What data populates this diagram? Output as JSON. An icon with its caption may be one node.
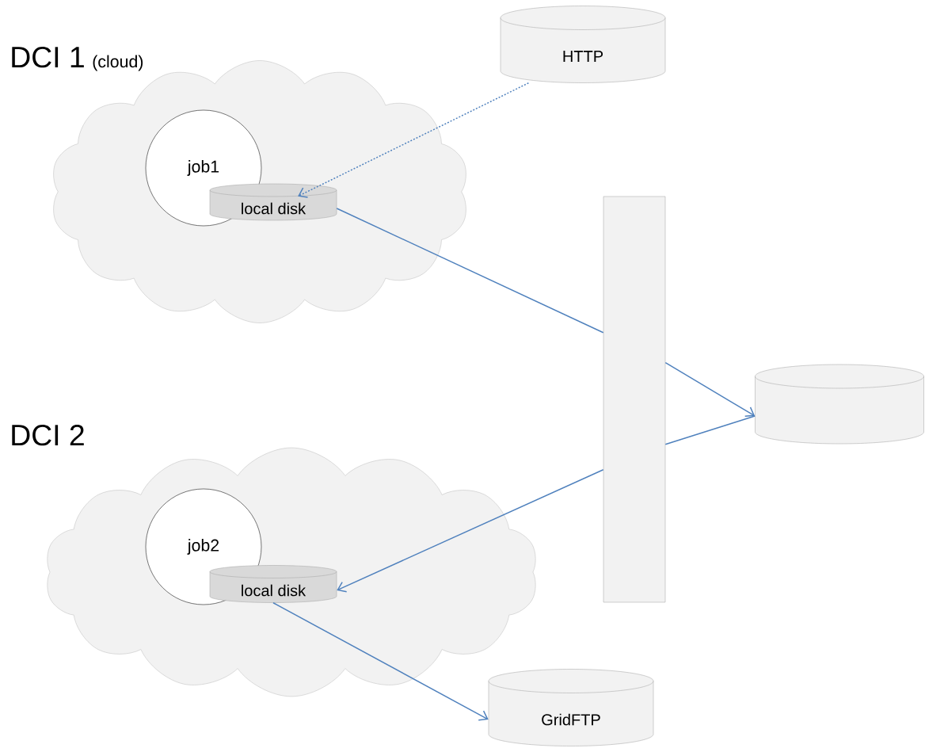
{
  "diagram": {
    "nodes": [
      {
        "text": [
          "DCI 1",
          "(cloud)"
        ]
      },
      {
        "text": [
          "job1"
        ],
        "in": 0
      },
      {
        "text": [
          "local disk"
        ],
        "in": 0
      },
      {
        "text": [
          "HTTP"
        ]
      },
      {
        "text": [],
        "shape": "box"
      },
      {
        "text": [],
        "shape": "cylinder"
      },
      {
        "text": [
          "DCI 2"
        ]
      },
      {
        "text": [
          "job2"
        ],
        "in": 6
      },
      {
        "text": [
          "local disk"
        ],
        "in": 6
      },
      {
        "text": [
          "GridFTP"
        ]
      }
    ],
    "edges": [
      {
        "from": 3,
        "to": 2,
        "arrow": "to",
        "style": "dashed"
      },
      {
        "from": 2,
        "to": 4,
        "arrow": "none"
      },
      {
        "from": 4,
        "to": 5,
        "arrow": "to"
      },
      {
        "from": 5,
        "to": 4,
        "arrow": "none"
      },
      {
        "from": 4,
        "to": 8,
        "arrow": "to"
      },
      {
        "from": 8,
        "to": 9,
        "arrow": "to"
      }
    ]
  }
}
